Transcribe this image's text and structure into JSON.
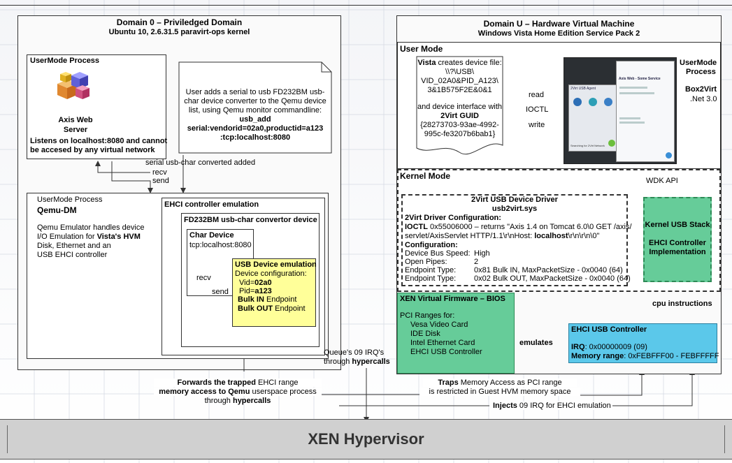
{
  "dom0": {
    "title": "Domain 0 – Priviledged Domain",
    "subtitle": "Ubuntu 10, 2.6.31.5 paravirt-ops kernel"
  },
  "usermode_proc": {
    "label": "UserMode Process",
    "app1": "Axis Web",
    "app2": "Server",
    "listen1": "Listens on localhost:8080 and cannot",
    "listen2": "be accesed by any virtual network"
  },
  "note_user": {
    "l1": "User adds a serial to usb FD232BM usb-",
    "l2": "char device  converter to the Qemu device",
    "l3": "list, using Qemu monitor commandline:",
    "l4": "usb_add",
    "l5": "serial:vendorid=02a0,productid=a123",
    "l6": ":tcp:localhost:8080"
  },
  "serial_added": "serial usb-char converted added",
  "recv": "recv",
  "send": "send",
  "qemu": {
    "label": "UserMode Process",
    "name": "Qemu-DM",
    "d1": "Qemu Emulator handles device",
    "d2a": "I/O Emulation for ",
    "d2b": "Vista's HVM",
    "d3": "Disk, Ethernet and an",
    "d4": "USB EHCI controller"
  },
  "ehci_emul": "EHCI controller emulation",
  "fd232": "FD232BM usb-char convertor device",
  "chardev": {
    "title": "Char Device",
    "addr": "tcp:localhost:8080"
  },
  "inner_recv": "recv",
  "inner_send": "send",
  "usbdev": {
    "title": "USB Device emulation",
    "config": "Device configuration:",
    "vid_l": "Vid=",
    "vid_v": "02a0",
    "pid_l": "Pid=",
    "pid_v": "a123",
    "bulkin_b": "Bulk IN",
    "bulkin_r": " Endpoint",
    "bulkout_b": "Bulk OUT",
    "bulkout_r": " Endpoint"
  },
  "queue1": "Queue's 09 IRQ's",
  "queue2a": "through ",
  "queue2b": "hypercalls",
  "forwards": {
    "l1a": "Forwards the trapped",
    "l1b": " EHCI range",
    "l2a": "memory access to Qemu",
    "l2b": " userspace process",
    "l3a": "through ",
    "l3b": "hypercalls"
  },
  "domU": {
    "title": "Domain U – Hardware Virtual Machine",
    "subtitle": "Windows Vista Home Edition Service Pack 2"
  },
  "user_mode": "User Mode",
  "vista_doc": {
    "l1a": "Vista",
    "l1b": " creates device file:",
    "l2": "\\\\?\\USB\\",
    "l3": "VID_02A0&PID_A123\\",
    "l4": "3&1B575F2E&0&1",
    "l5": "and device interface with",
    "l6": "2Virt GUID",
    "l7": "{28273703-93ae-4992-",
    "l8": "995c-fe3207b6bab1}"
  },
  "read": "read",
  "ioctl": "IOCTL",
  "write": "write",
  "box2virt": {
    "label1": "UserMode",
    "label2": "Process",
    "name": "Box2Virt",
    "net": ".Net 3.0"
  },
  "screenshot": {
    "title": "2Virt USB Agent",
    "heading": "Axis Web - Some Service",
    "footer": "Searching for 2Virt Network"
  },
  "kernel_mode": "Kernel Mode",
  "wdk": "WDK API",
  "driver": {
    "title": "2Virt USB Device Driver",
    "file": "usb2virt.sys",
    "cfg": "2Virt Driver Configuration:",
    "ioctl_b": "IOCTL",
    "ioctl_r1": " 0x55006000 – returns \"Axis 1.4 on Tomcat 6.0\\0 GET /axis/",
    "ioctl_r2a": "servlet/AxisServlet HTTP/1.1\\r\\nHost: ",
    "ioctl_r2b": "localhost",
    "ioctl_r2c": "\\r\\n\\r\\n\\0\"",
    "conf": "Configuration:",
    "r1k": "Device Bus Speed:",
    "r1v": "High",
    "r2k": "Open Pipes:",
    "r2v": "2",
    "r3k": "Endpoint Type:",
    "r3v": "0x81  Bulk IN, MaxPacketSize   - 0x0040 (64)",
    "r4k": "Endpoint Type:",
    "r4v": "0x02  Bulk OUT, MaxPacketSize - 0x0040 (64)"
  },
  "kstack": {
    "l1": "Kernel USB Stack",
    "l2": "EHCI Controller",
    "l3": "Implementation"
  },
  "cpu": "cpu instructions",
  "bios": {
    "title": "XEN Virtual Firmware – BIOS",
    "pci": "PCI Ranges for:",
    "i1": "Vesa Video Card",
    "i2": "IDE Disk",
    "i3": "Intel Ethernet Card",
    "i4": "EHCI USB Controller"
  },
  "emulates": "emulates",
  "ehci_ctrl": {
    "title": "EHCI USB Controller",
    "irq_b": "IRQ",
    "irq_r": ": 0x00000009 (09)",
    "mem_b": "Memory range",
    "mem_r": ": 0xFEBFFF00 - FEBFFFFF"
  },
  "traps": {
    "l1a": "Traps",
    "l1b": " Memory Access as PCI range",
    "l2": "is restricted in Guest HVM memory space"
  },
  "injects": {
    "b": "Injects",
    "r": " 09 IRQ for EHCI emulation"
  },
  "hypervisor": "XEN Hypervisor",
  "colors": {
    "yellow": "#ffff99",
    "green": "#66cc99",
    "green_border": "#2e8b57",
    "blue": "#5bc8ea",
    "hyper": "#d0d0d0"
  }
}
